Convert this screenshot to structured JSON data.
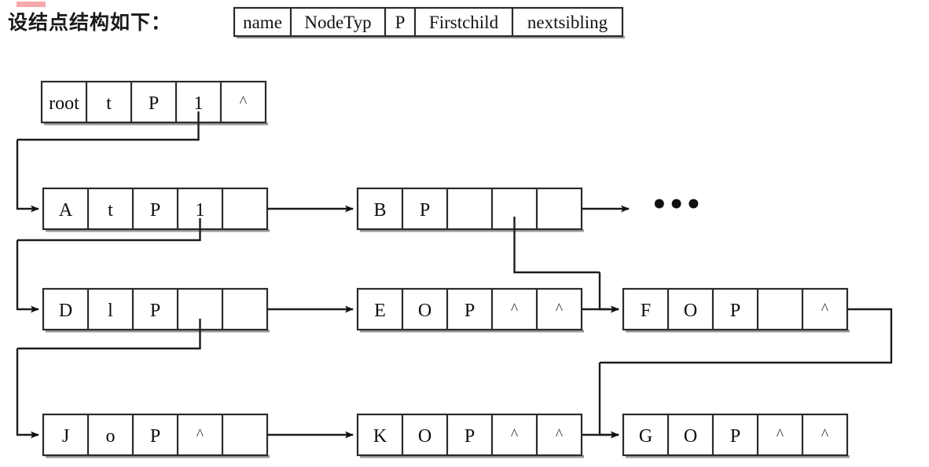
{
  "page": {
    "caption": "设结点结构如下：",
    "highlight_color": "#f8a9a9",
    "ink_color": "#1c1c1c",
    "ellipsis": "•••"
  },
  "node_struct": {
    "title": "node-structure-header",
    "fields": [
      "name",
      "NodeTyp",
      "P",
      "Firstchild",
      "nextsibling"
    ],
    "widths": [
      72,
      120,
      38,
      124,
      140
    ]
  },
  "nodes": {
    "root": {
      "id": "root",
      "cells": [
        "root",
        "t",
        "P",
        "1",
        "^"
      ]
    },
    "A": {
      "id": "A",
      "cells": [
        "A",
        "t",
        "P",
        "1",
        ""
      ]
    },
    "B": {
      "id": "B",
      "cells": [
        "B",
        "P",
        "",
        "",
        ""
      ]
    },
    "D": {
      "id": "D",
      "cells": [
        "D",
        "l",
        "P",
        "",
        ""
      ]
    },
    "E": {
      "id": "E",
      "cells": [
        "E",
        "O",
        "P",
        "^",
        "^"
      ]
    },
    "F": {
      "id": "F",
      "cells": [
        "F",
        "O",
        "P",
        "",
        "^"
      ]
    },
    "J": {
      "id": "J",
      "cells": [
        "J",
        "o",
        "P",
        "^",
        ""
      ]
    },
    "K": {
      "id": "K",
      "cells": [
        "K",
        "O",
        "P",
        "^",
        "^"
      ]
    },
    "G": {
      "id": "G",
      "cells": [
        "G",
        "O",
        "P",
        "^",
        "^"
      ]
    }
  },
  "links": [
    {
      "name": "root-firstchild-to-A",
      "from": "root",
      "to": "A",
      "kind": "firstchild"
    },
    {
      "name": "A-firstchild-to-D",
      "from": "A",
      "to": "D",
      "kind": "firstchild"
    },
    {
      "name": "D-firstchild-to-J",
      "from": "D",
      "to": "J",
      "kind": "firstchild"
    },
    {
      "name": "A-nextsibling-to-B",
      "from": "A",
      "to": "B",
      "kind": "nextsibling"
    },
    {
      "name": "B-nextsibling-to-more",
      "from": "B",
      "to": "...",
      "kind": "nextsibling"
    },
    {
      "name": "B-firstchild-to-F",
      "from": "B",
      "to": "F",
      "kind": "firstchild"
    },
    {
      "name": "D-nextsibling-to-E",
      "from": "D",
      "to": "E",
      "kind": "nextsibling"
    },
    {
      "name": "E-nextsibling-to-F",
      "from": "E",
      "to": "F",
      "kind": "nextsibling"
    },
    {
      "name": "F-nextsibling-to-G",
      "from": "F",
      "to": "G",
      "kind": "nextsibling"
    },
    {
      "name": "J-nextsibling-to-K",
      "from": "J",
      "to": "K",
      "kind": "nextsibling"
    },
    {
      "name": "K-nextsibling-to-G",
      "from": "K",
      "to": "G",
      "kind": "nextsibling"
    }
  ]
}
